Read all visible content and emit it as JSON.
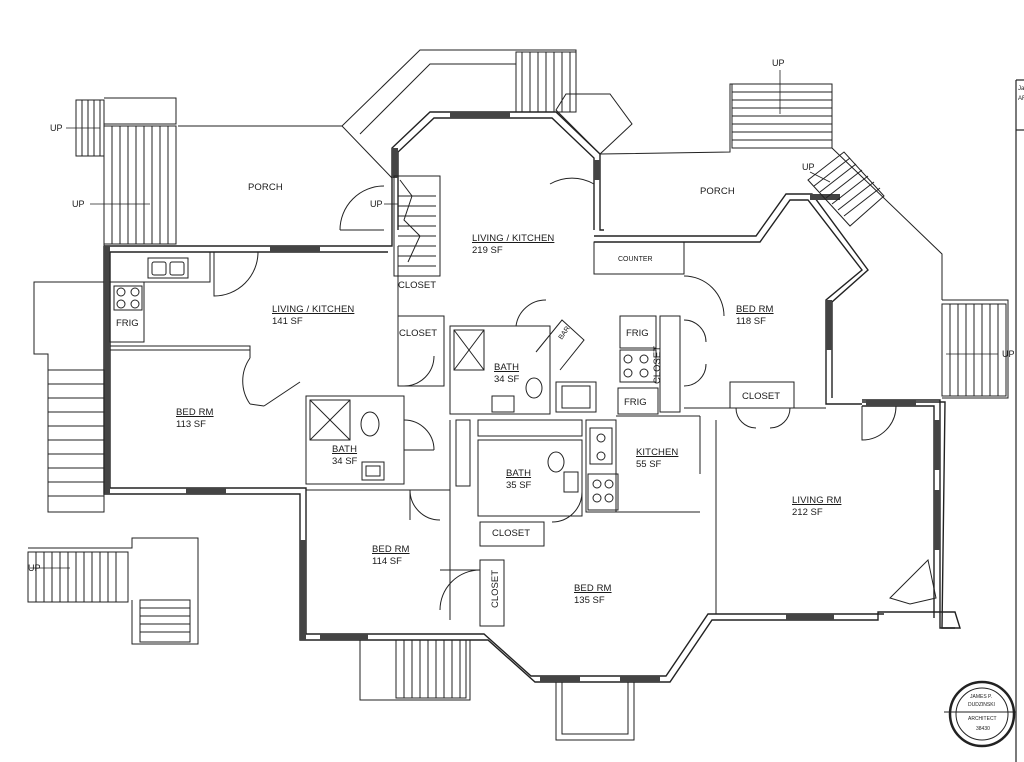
{
  "rooms": {
    "porch_left": {
      "label": "PORCH"
    },
    "porch_right": {
      "label": "PORCH"
    },
    "living_kitchen_top": {
      "label": "LIVING / KITCHEN",
      "area": "219 SF"
    },
    "living_kitchen_left": {
      "label": "LIVING / KITCHEN",
      "area": "141 SF"
    },
    "bed_left": {
      "label": "BED RM",
      "area": "113 SF"
    },
    "bath_left": {
      "label": "BATH",
      "area": "34 SF"
    },
    "bath_center": {
      "label": "BATH",
      "area": "34 SF"
    },
    "bath_lower": {
      "label": "BATH",
      "area": "35 SF"
    },
    "bed_right_top": {
      "label": "BED RM",
      "area": "118 SF"
    },
    "kitchen_right": {
      "label": "KITCHEN",
      "area": "55 SF"
    },
    "living_right": {
      "label": "LIVING RM",
      "area": "212 SF"
    },
    "bed_bottom_left": {
      "label": "BED RM",
      "area": "114 SF"
    },
    "bed_bottom_center": {
      "label": "BED RM",
      "area": "135 SF"
    }
  },
  "fixtures": {
    "closet_top": "CLOSET",
    "closet_left": "CLOSET",
    "closet_right_vertical": "CLOSET",
    "closet_right": "CLOSET",
    "closet_center": "CLOSET",
    "closet_bottom_vertical": "CLOSET",
    "counter": "COUNTER",
    "bar": "BAR",
    "frig_left": "FRIG",
    "frig_center": "FRIG",
    "frig_lower": "FRIG"
  },
  "stairs": {
    "up_top_left": "UP",
    "up_left": "UP",
    "up_inner": "UP",
    "up_top_right": "UP",
    "up_right_inner": "UP",
    "up_right": "UP",
    "up_bottom_left": "UP"
  },
  "stamp": {
    "line1": "JAMES P.",
    "line2": "DUDZINSKI",
    "line3": "ARCHITECT",
    "line4": "38430"
  },
  "edge": {
    "line1": "Ja",
    "line2": "AR"
  }
}
